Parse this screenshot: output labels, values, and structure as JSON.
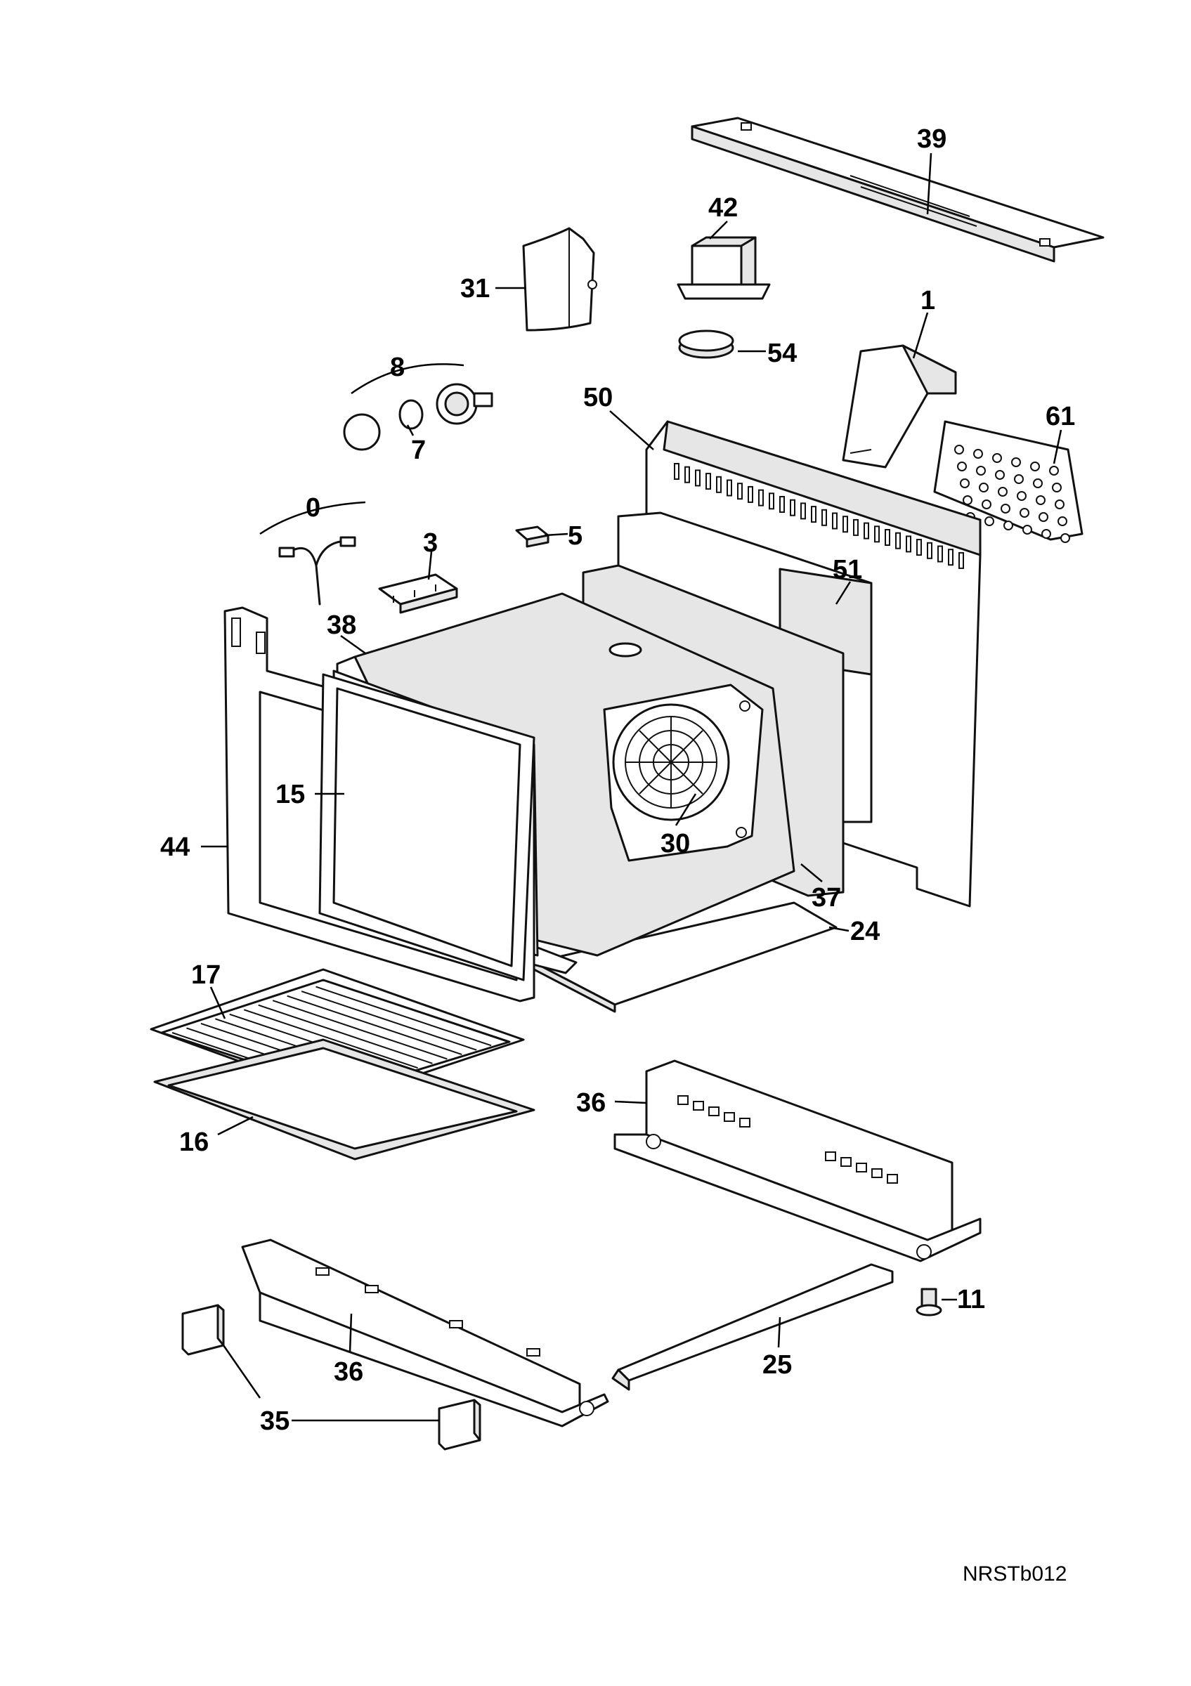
{
  "labels": {
    "p39": "39",
    "p42": "42",
    "p31": "31",
    "p1": "1",
    "p54": "54",
    "p8": "8",
    "p7": "7",
    "p50": "50",
    "p61": "61",
    "p0": "0",
    "p5": "5",
    "p3": "3",
    "p51": "51",
    "p38": "38",
    "p15": "15",
    "p44": "44",
    "p30": "30",
    "p37": "37",
    "p24": "24",
    "p17": "17",
    "p16": "16",
    "p36a": "36",
    "p36b": "36",
    "p11": "11",
    "p25": "25",
    "p35": "35"
  },
  "drawing_code": "NRSTb012"
}
